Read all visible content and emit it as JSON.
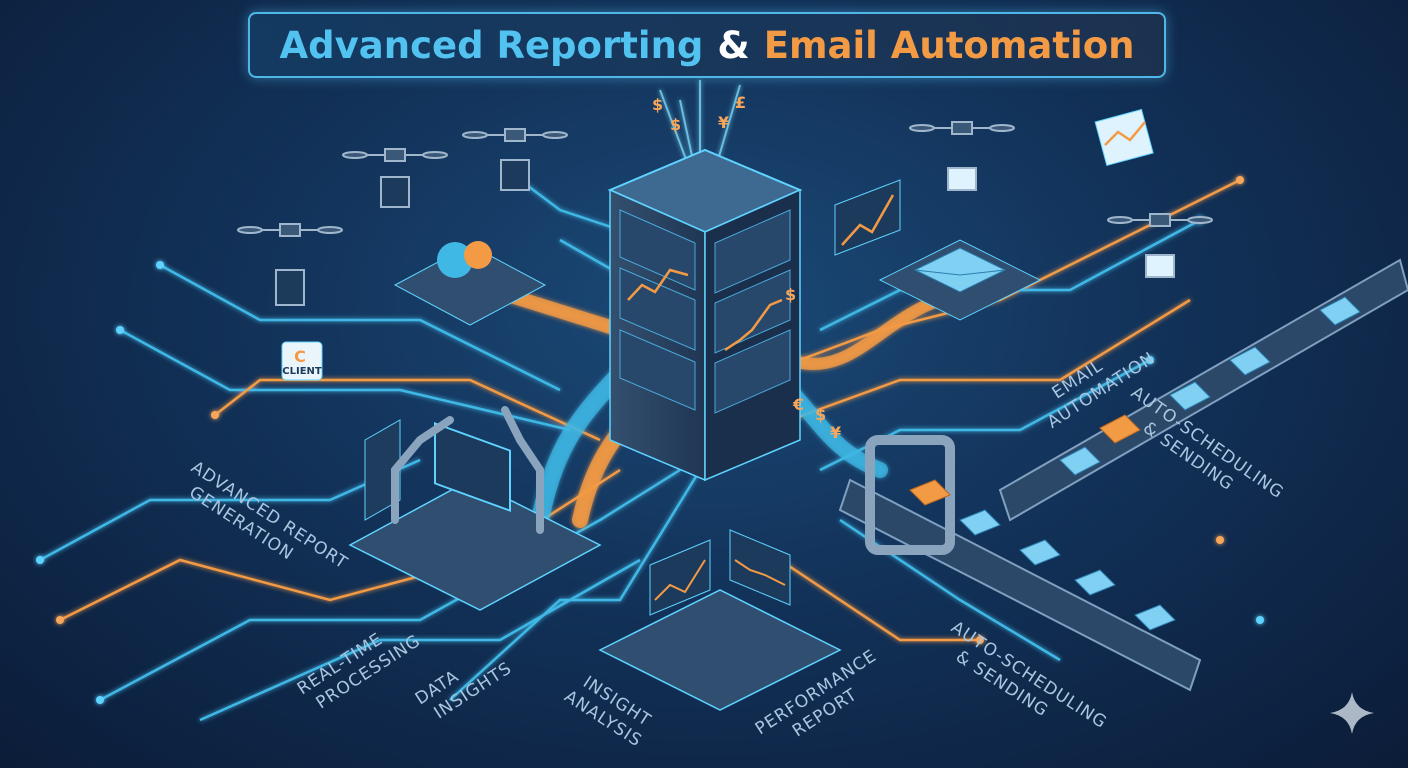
{
  "title": {
    "part1": "Advanced Reporting",
    "amp": "&",
    "part2": "Email Automation"
  },
  "labels": {
    "advanced_report": [
      "ADVANCED REPORT",
      "GENERATION"
    ],
    "real_time": [
      "REAL-TIME",
      "PROCESSING"
    ],
    "data_insights": [
      "DATA",
      "INSIGHTS"
    ],
    "insight_analysis": [
      "INSIGHT",
      "ANALYSIS"
    ],
    "performance_report": [
      "PERFORMANCE",
      "REPORT"
    ],
    "email_automation": [
      "EMAIL",
      "AUTOMATION"
    ],
    "auto_scheduling_right": [
      "AUTO-SCHEDULING",
      "& SENDING"
    ],
    "auto_scheduling_bottom": [
      "AUTO-SCHEDULING",
      "& SENDING"
    ],
    "client": "CLIENT"
  },
  "currency_symbols": [
    "$",
    "¥",
    "£",
    "$",
    "€",
    "$",
    "¥",
    "$"
  ],
  "colors": {
    "blue": "#52c3f0",
    "orange": "#f39a45",
    "bg": "#123259"
  }
}
